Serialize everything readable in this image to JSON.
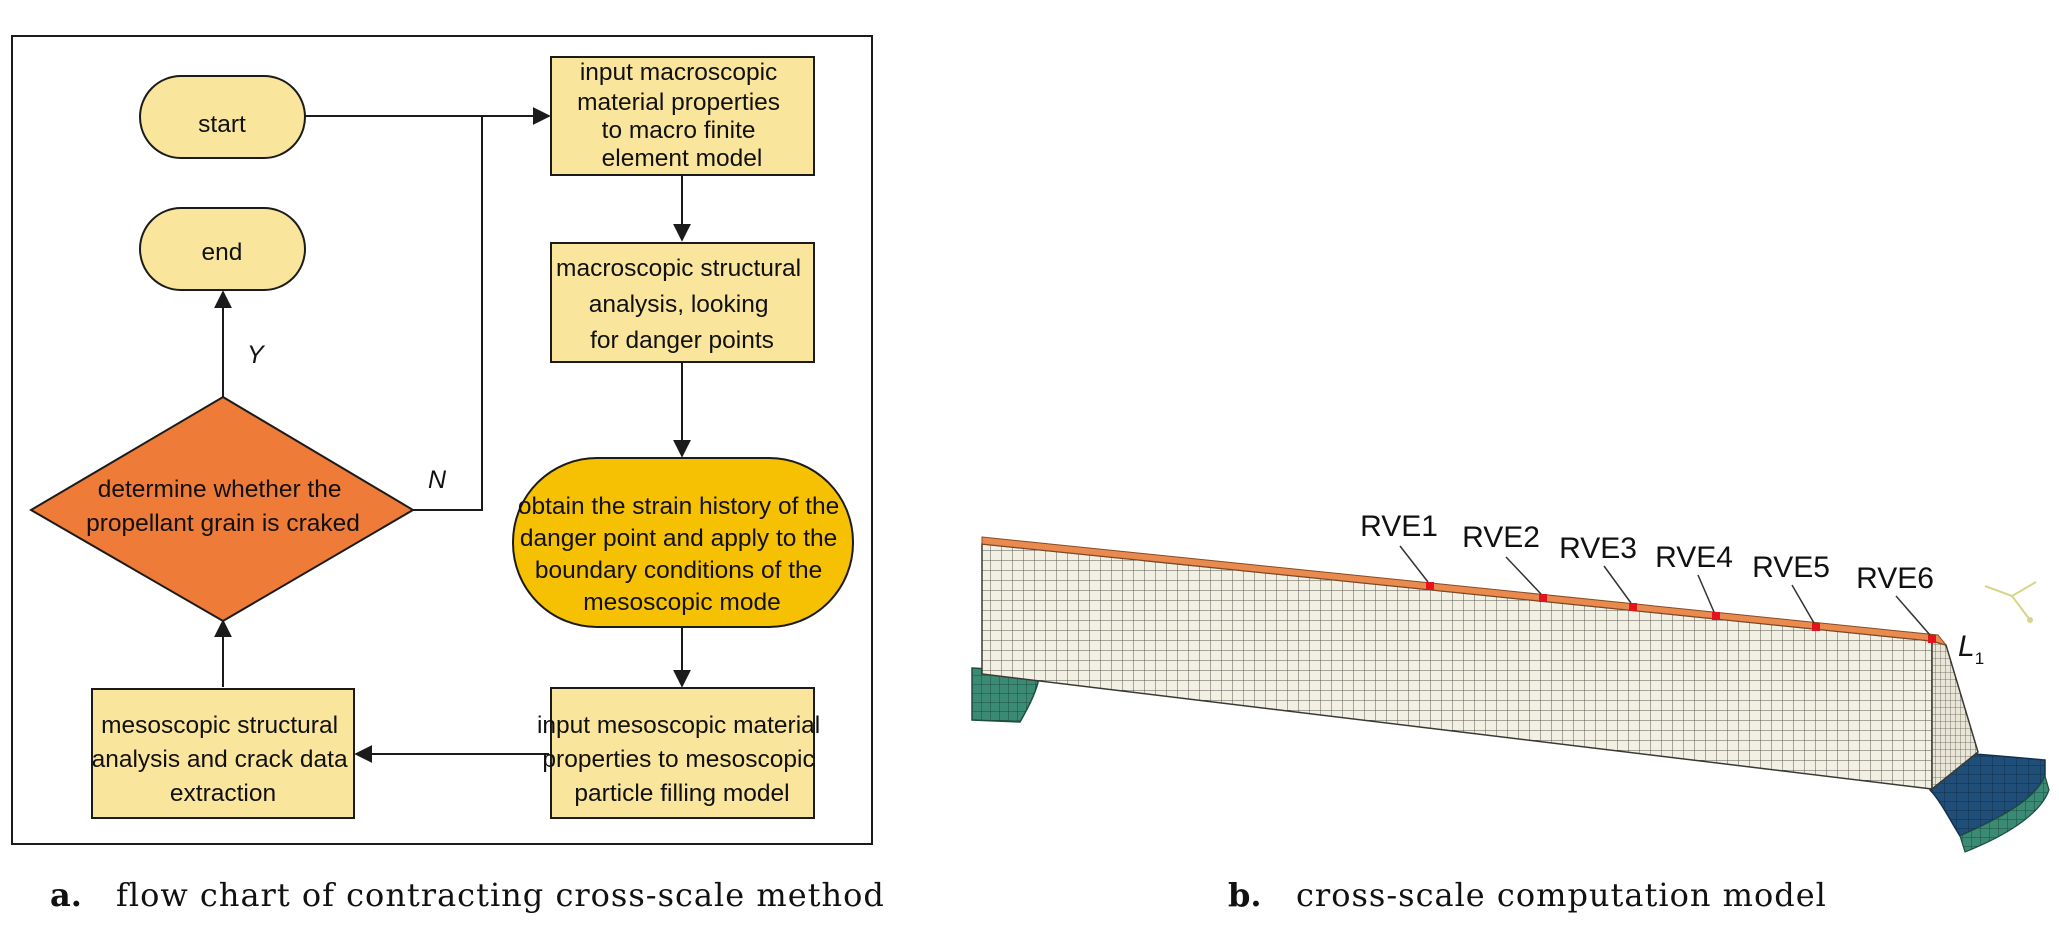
{
  "flowchart": {
    "nodes": {
      "start": [
        "start"
      ],
      "end": [
        "end"
      ],
      "input_macro": [
        "input macroscopic",
        "material properties",
        "to macro finite",
        "element model"
      ],
      "macro_analysis": [
        "macroscopic structural",
        "analysis, looking",
        "for danger points"
      ],
      "strain_history": [
        "obtain the strain history of the",
        "danger point and apply to the",
        "boundary conditions of the",
        "mesoscopic mode"
      ],
      "input_meso": [
        "input mesoscopic material",
        "properties to mesoscopic",
        "particle filling model"
      ],
      "meso_analysis": [
        "mesoscopic structural",
        "analysis and crack data",
        "extraction"
      ],
      "decision": [
        "determine whether the",
        "propellant grain is craked"
      ]
    },
    "edge_labels": {
      "yes": "Y",
      "no": "N"
    },
    "colors": {
      "box_fill": "#fae59c",
      "decision_fill": "#ee7b37",
      "highlight_fill": "#f5c102",
      "stroke": "#1b1b1b"
    }
  },
  "model": {
    "rve_labels": [
      "RVE1",
      "RVE2",
      "RVE3",
      "RVE4",
      "RVE5",
      "RVE6"
    ],
    "length_label": "L",
    "length_subscript": "1",
    "colors": {
      "mesh_fill": "#f2efe3",
      "mesh_line": "#5a5a52",
      "top_strip": "#e98a4e",
      "marker": "#e4141e",
      "left_support": "#3a8a74",
      "right_support": "#1f4e78"
    }
  },
  "captions": {
    "a": {
      "letter": "a.",
      "text": "flow chart of contracting cross-scale method"
    },
    "b": {
      "letter": "b.",
      "text": "cross-scale computation model"
    }
  }
}
